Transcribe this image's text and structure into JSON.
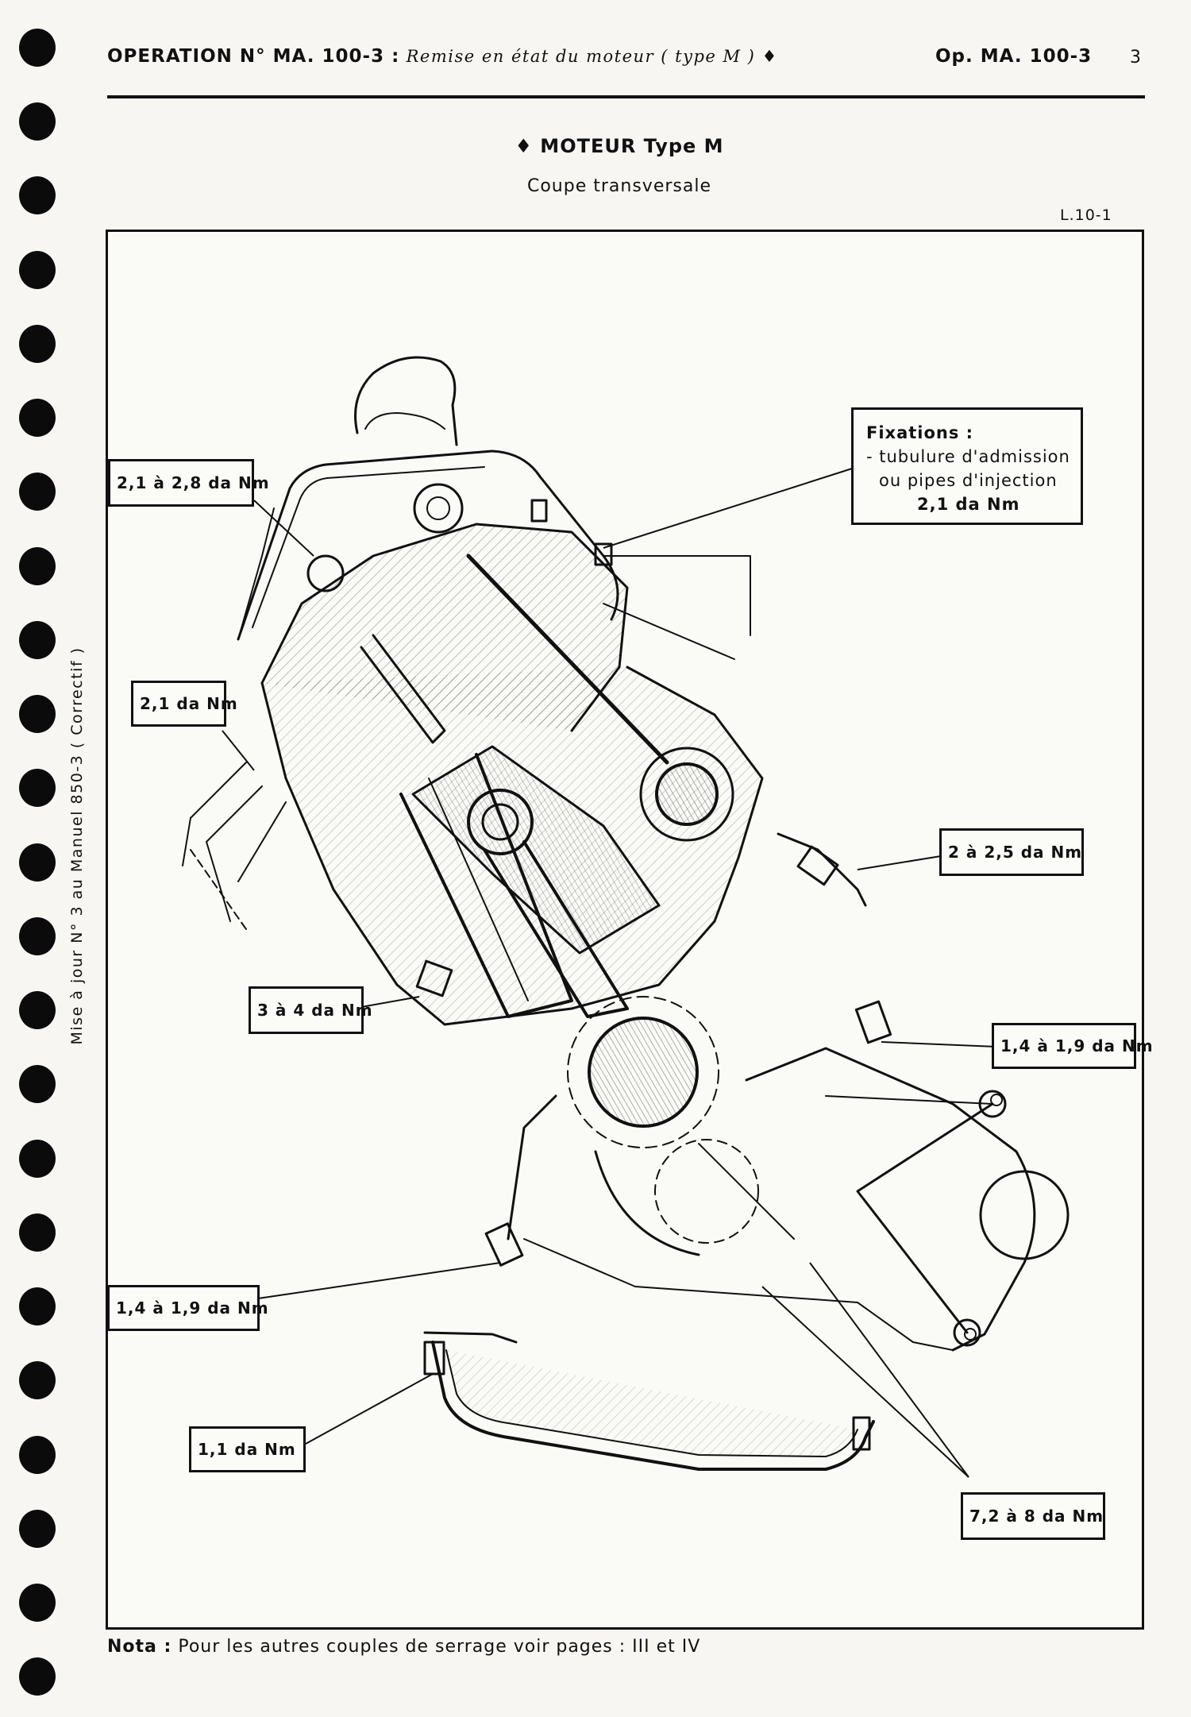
{
  "header": {
    "operation_label": "OPERATION N° MA. 100-3 :",
    "operation_desc": "Remise en état du moteur ( type M ) ♦",
    "reference": "Op. MA. 100-3",
    "page_number": "3"
  },
  "title": "♦ MOTEUR Type M",
  "subtitle": "Coupe transversale",
  "figure_code": "L.10-1",
  "side_note": "Mise à jour N° 3 au Manuel 850-3 ( Correctif )",
  "callouts": {
    "c1": "2,1 à 2,8 da Nm",
    "c2": "2,1 da Nm",
    "c3": "2 à 2,5 da Nm",
    "c4": "3 à 4 da Nm",
    "c5": "1,4 à 1,9 da Nm",
    "c6": "1,4 à 1,9 da Nm",
    "c7": "1,1 da Nm",
    "c8": "7,2 à 8 da Nm"
  },
  "fixations": {
    "title": "Fixations :",
    "line1": "- tubulure d'admission",
    "line2": "ou pipes d'injection",
    "line3": "2,1 da Nm"
  },
  "footer": {
    "nota_label": "Nota :",
    "nota_text": "Pour les autres couples de serrage voir pages : III et IV"
  }
}
